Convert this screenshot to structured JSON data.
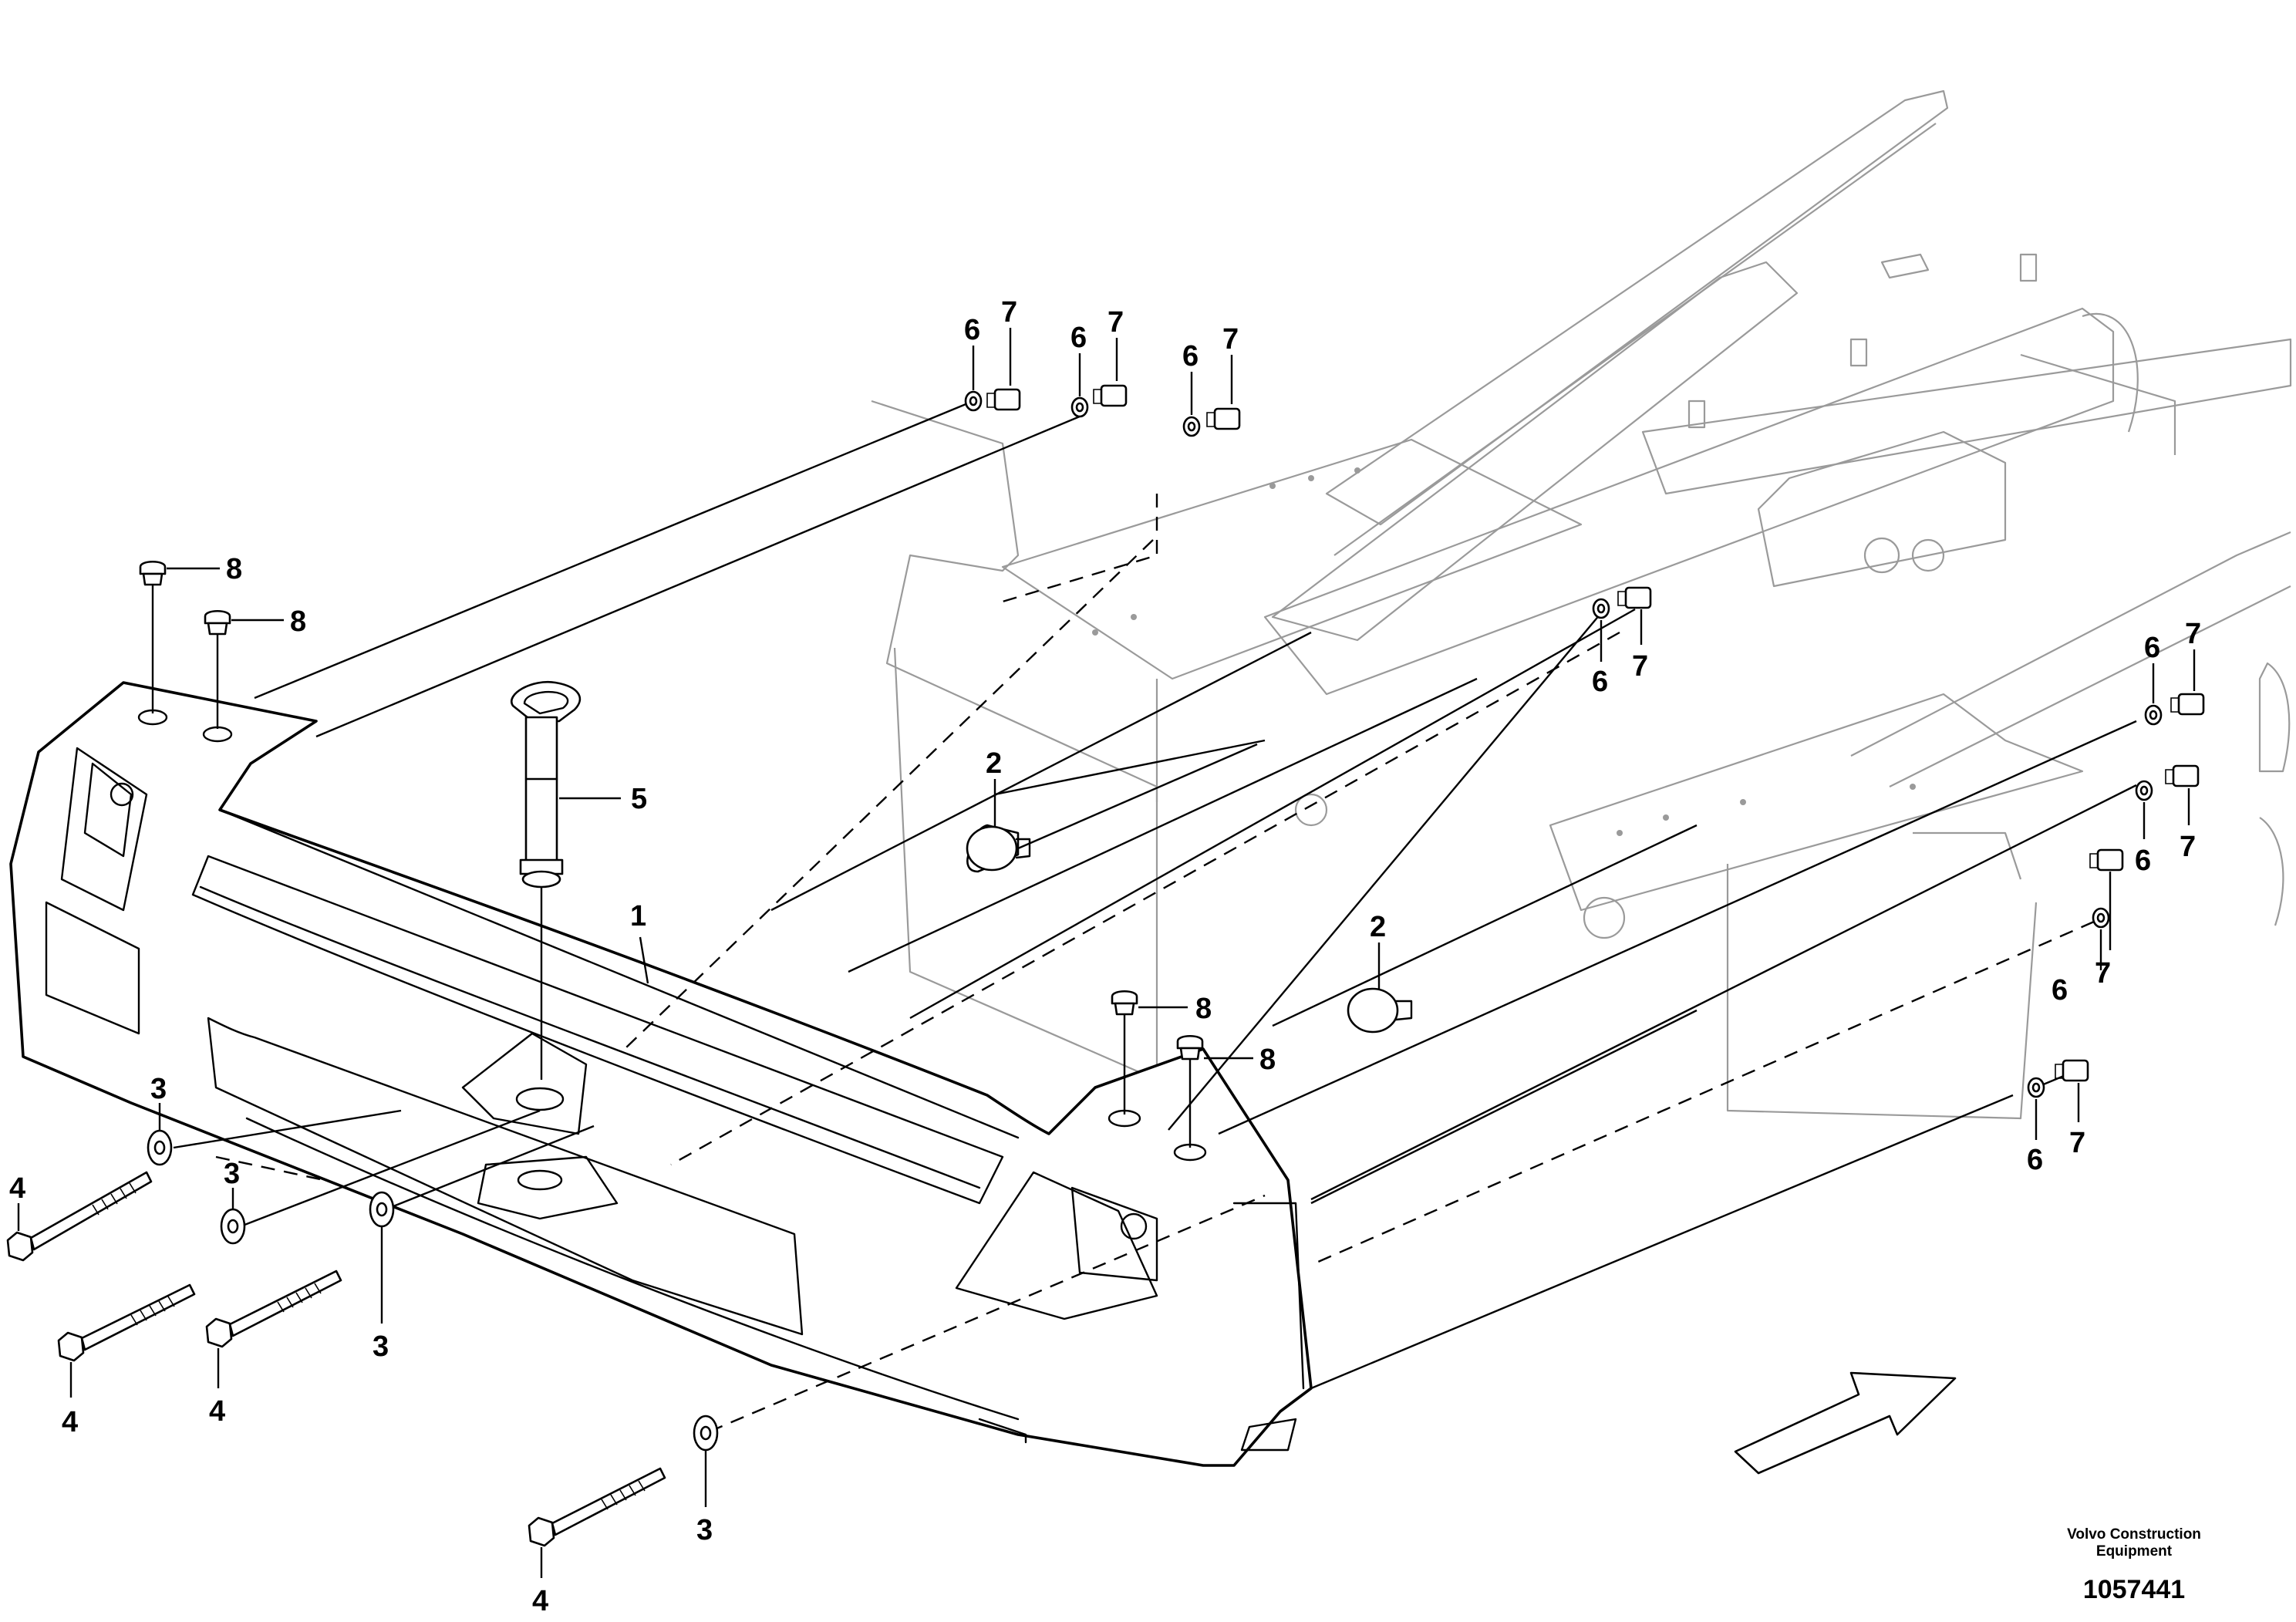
{
  "callouts": {
    "c1": "1",
    "c2a": "2",
    "c2b": "2",
    "c3a": "3",
    "c3b": "3",
    "c3c": "3",
    "c3d": "3",
    "c4a": "4",
    "c4b": "4",
    "c4c": "4",
    "c4d": "4",
    "c5": "5",
    "c6a": "6",
    "c6b": "6",
    "c6c": "6",
    "c6d": "6",
    "c6e": "6",
    "c6f": "6",
    "c6g": "6",
    "c6h": "6",
    "c7a": "7",
    "c7b": "7",
    "c7c": "7",
    "c7d": "7",
    "c7e": "7",
    "c7f": "7",
    "c7g": "7",
    "c7h": "7",
    "c8a": "8",
    "c8b": "8",
    "c8c": "8",
    "c8d": "8"
  },
  "footer": {
    "manufacturer": "Volvo Construction Equipment",
    "drawing_number": "1057441"
  }
}
